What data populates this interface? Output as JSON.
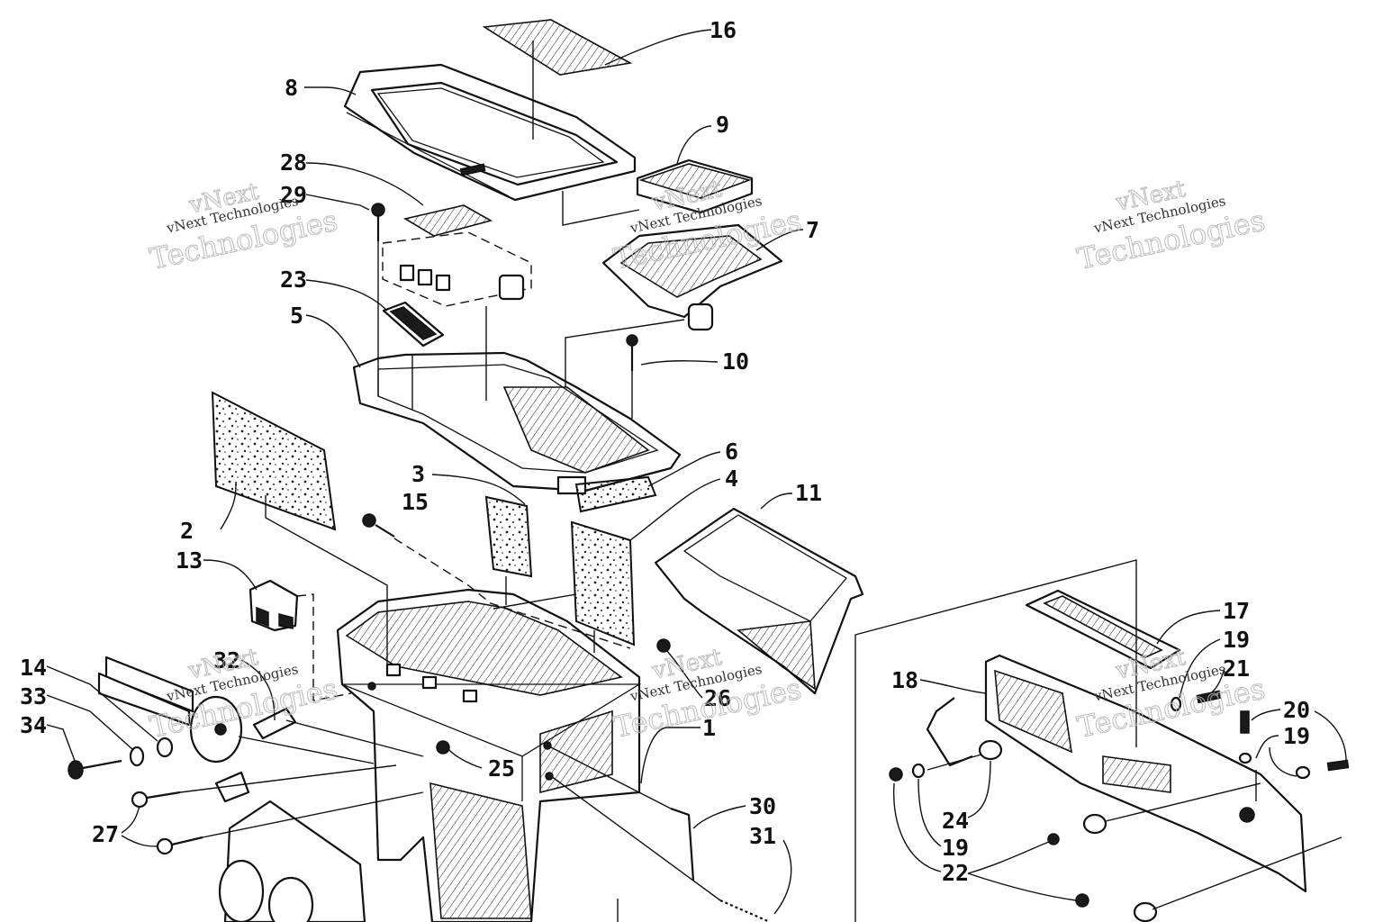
{
  "diagram": {
    "callouts": {
      "c16": "16",
      "c8": "8",
      "c9": "9",
      "c28": "28",
      "c29": "29",
      "c7": "7",
      "c23": "23",
      "c5": "5",
      "c10": "10",
      "c6": "6",
      "c3": "3",
      "c4": "4",
      "c15": "15",
      "c11": "11",
      "c2": "2",
      "c13": "13",
      "c32": "32",
      "c14": "14",
      "c33": "33",
      "c34": "34",
      "c26": "26",
      "c1": "1",
      "c25": "25",
      "c27": "27",
      "c30": "30",
      "c31": "31",
      "c17": "17",
      "c19a": "19",
      "c21": "21",
      "c18": "18",
      "c20": "20",
      "c19b": "19",
      "c24": "24",
      "c19c": "19",
      "c22": "22"
    },
    "watermark": {
      "line1": "vNext",
      "line2": "Technologies",
      "small": "vNext Technologies"
    }
  }
}
